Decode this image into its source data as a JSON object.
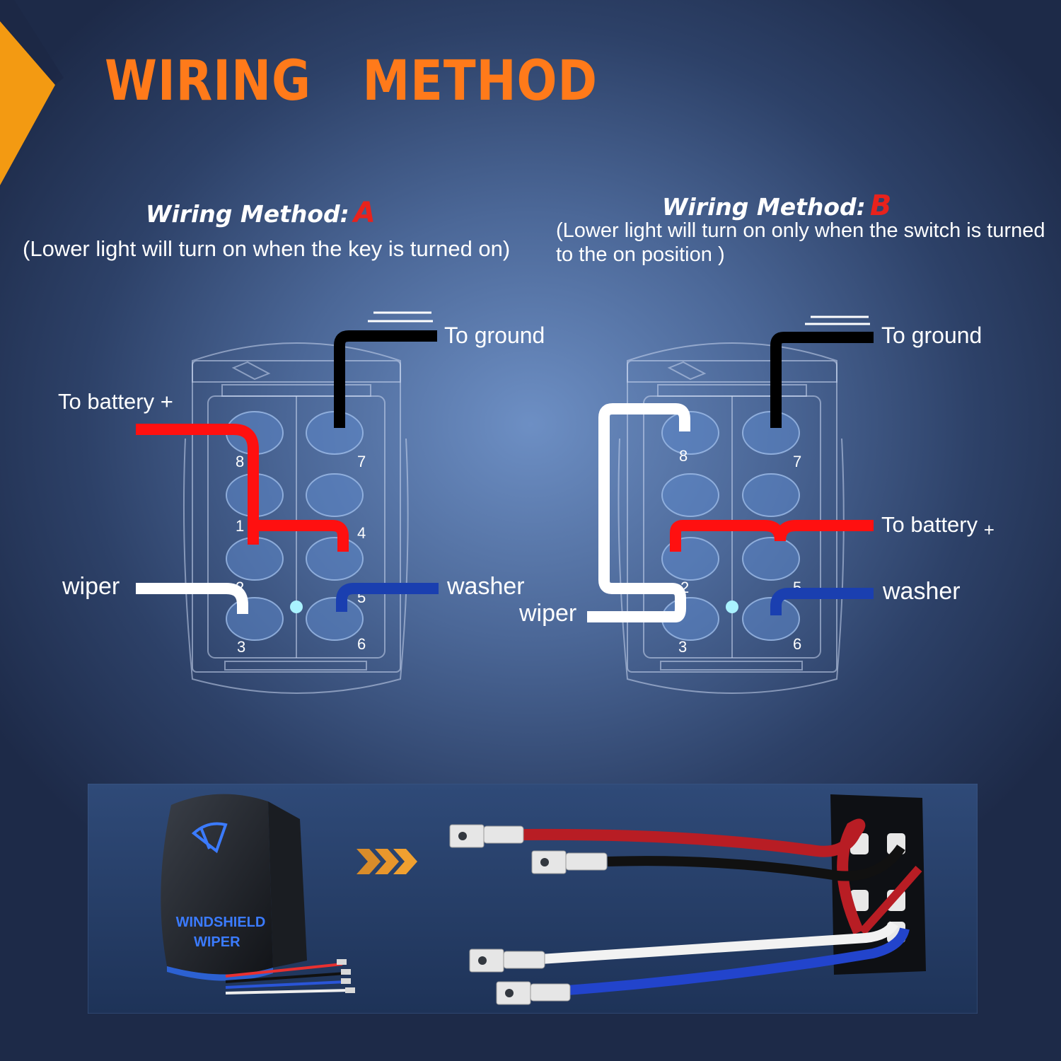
{
  "title": "WIRING   METHOD",
  "colors": {
    "title": "#ff7a1a",
    "accent_orange": "#f39a12",
    "battery_wire": "#ff1010",
    "ground_wire": "#000000",
    "wiper_wire": "#ffffff",
    "washer_wire": "#1a3fb0",
    "switch_led": "#2f6cf0"
  },
  "method_a": {
    "heading": "Wiring Method:",
    "letter": "A",
    "description": "(Lower light will turn on when the key is turned on)",
    "labels": {
      "ground": "To ground",
      "battery": "To battery +",
      "wiper": "wiper",
      "washer": "washer"
    },
    "pins": {
      "p8": "8",
      "p7": "7",
      "p1": "1",
      "p4": "4",
      "p2": "2",
      "p5": "5",
      "p3": "3",
      "p6": "6"
    }
  },
  "method_b": {
    "heading": "Wiring Method:",
    "letter": "B",
    "description_line1": "(Lower light will turn on only when the switch is turned",
    "description_line2": "to the on position )",
    "labels": {
      "ground": "To ground",
      "battery": "To battery",
      "battery_sign": "+",
      "wiper": "wiper",
      "washer": "washer"
    },
    "pins": {
      "p8": "8",
      "p7": "7",
      "p2": "2",
      "p5": "5",
      "p3": "3",
      "p6": "6"
    }
  },
  "product": {
    "switch_text_line1": "WINDSHIELD",
    "switch_text_line2": "WIPER",
    "icon": "windshield-wiper-icon",
    "arrow_icon": "triple-chevron-right-icon"
  }
}
